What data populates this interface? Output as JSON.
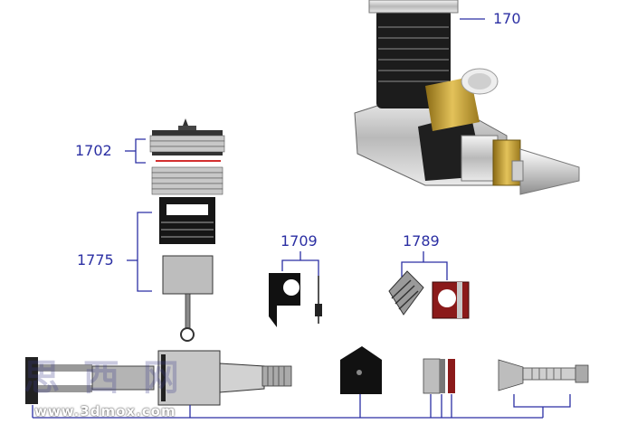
{
  "labels": {
    "p170": "170",
    "p1702": "1702",
    "p1775": "1775",
    "p1709": "1709",
    "p1789": "1789"
  },
  "watermark": {
    "cn": "思 西 网",
    "url": "www.3dmox.com"
  },
  "colors": {
    "leader": "#2b2fa3",
    "label": "#2b2fa3",
    "part_dark": "#1a1a1a",
    "part_grey": "#a9a9a9",
    "part_red": "#8b1a1a",
    "brass": "#c9a233",
    "chrome": "#d8d8d8"
  }
}
